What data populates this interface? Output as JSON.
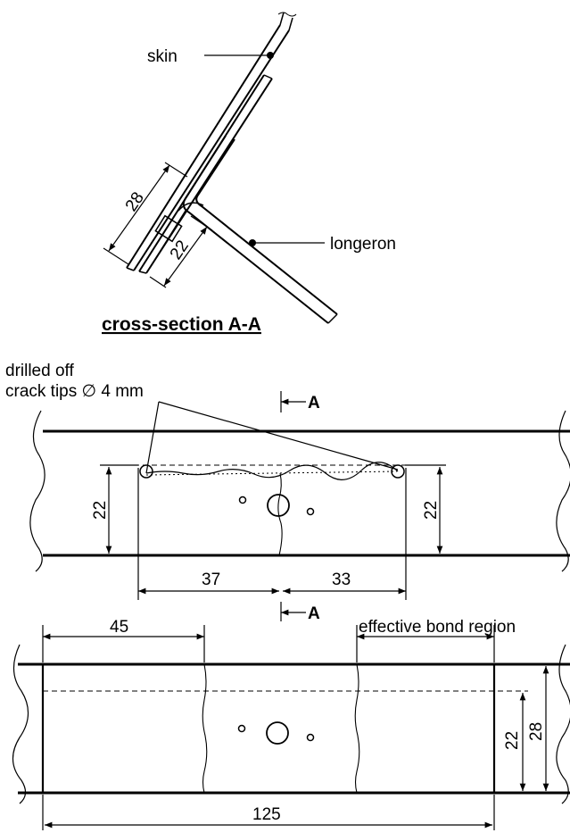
{
  "cross_section": {
    "label_skin": "skin",
    "label_longeron": "longeron",
    "dim_28": "28",
    "dim_22": "22",
    "title": "cross-section A-A"
  },
  "repair_view": {
    "note_line1": "drilled off",
    "note_line2": "crack tips ∅ 4 mm",
    "section_marker": "A",
    "dim_left_height": "22",
    "dim_right_height": "22",
    "dim_left_width": "37",
    "dim_right_width": "33"
  },
  "patch_view": {
    "dim_overlap": "45",
    "label_bond": "effective bond region",
    "dim_height_22": "22",
    "dim_height_28": "28",
    "dim_length": "125"
  }
}
